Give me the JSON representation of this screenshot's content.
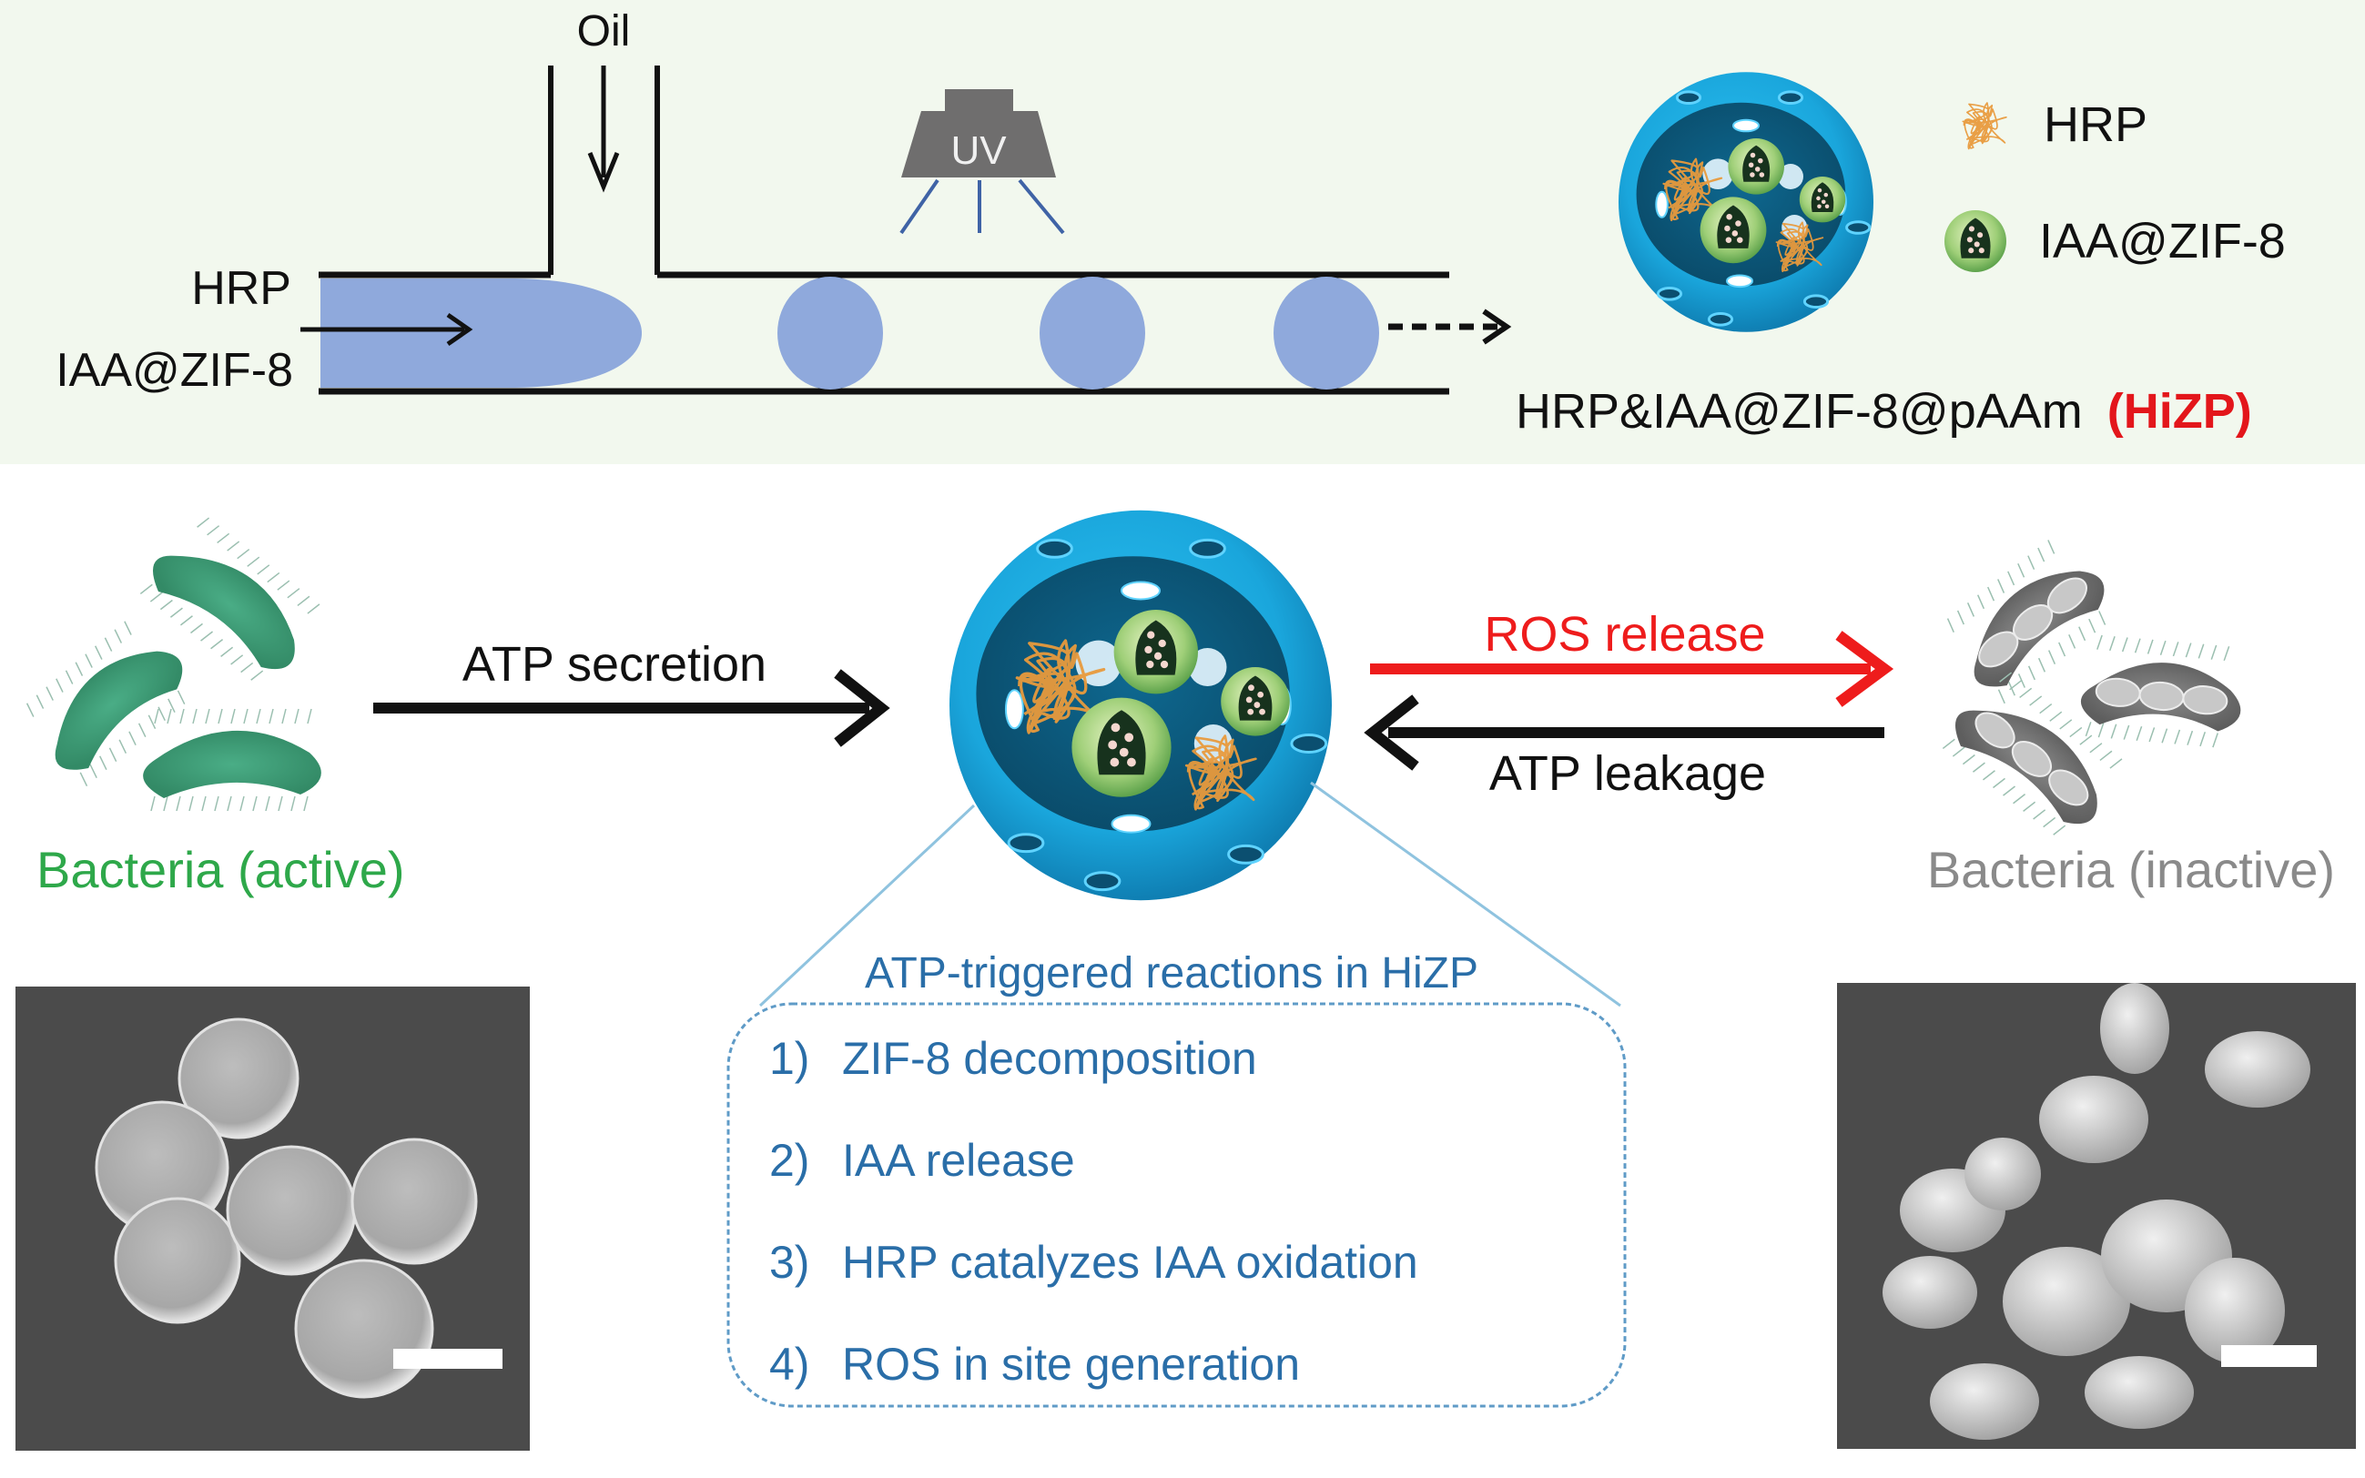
{
  "colors": {
    "top_panel_bg": "#f2f8ee",
    "channel_line": "#111111",
    "droplet": "#8fa9dc",
    "uv_lamp": "#6f6e6e",
    "uv_rays": "#3f63a6",
    "sphere_outer": "#1aa6dc",
    "sphere_inner": "#0c5a7c",
    "active_bacteria": "#3f9e78",
    "active_label": "#2ea84a",
    "inactive_bacteria": "#7a7a7a",
    "inactive_label": "#8a8a8a",
    "ros_arrow": "#ee1c1c",
    "reactions_text": "#2a6ea8",
    "reactions_border": "#5f9bc7",
    "hizp_red": "#e3161b",
    "sem_bg": "#4b4b4b"
  },
  "synthesis": {
    "oil_label": "Oil",
    "inlet_label_1": "HRP",
    "inlet_label_2": "IAA@ZIF-8",
    "uv_label": "UV",
    "droplet_count": 3,
    "product_label_main": "HRP&IAA@ZIF-8@pAAm",
    "product_label_abbr": "(HiZP)"
  },
  "legend": {
    "items": [
      {
        "icon": "hrp-enzyme-icon",
        "label": "HRP"
      },
      {
        "icon": "iaa-zif8-particle-icon",
        "label": "IAA@ZIF-8"
      }
    ]
  },
  "mechanism": {
    "active_label": "Bacteria (active)",
    "inactive_label": "Bacteria (inactive)",
    "arrow_atp_secretion": "ATP secretion",
    "arrow_ros_release": "ROS release",
    "arrow_atp_leakage": "ATP leakage"
  },
  "reactions": {
    "title": "ATP-triggered reactions in HiZP",
    "steps": [
      {
        "num": "1)",
        "text": "ZIF-8 decomposition"
      },
      {
        "num": "2)",
        "text": "IAA release"
      },
      {
        "num": "3)",
        "text": "HRP catalyzes IAA oxidation"
      },
      {
        "num": "4)",
        "text": "ROS in site generation"
      }
    ]
  },
  "sem_images": [
    {
      "name": "sem-active-bacteria",
      "description": "SEM of intact spherical bacteria",
      "scale_bar": true
    },
    {
      "name": "sem-inactive-bacteria",
      "description": "SEM of deformed bacteria",
      "scale_bar": true
    }
  ]
}
